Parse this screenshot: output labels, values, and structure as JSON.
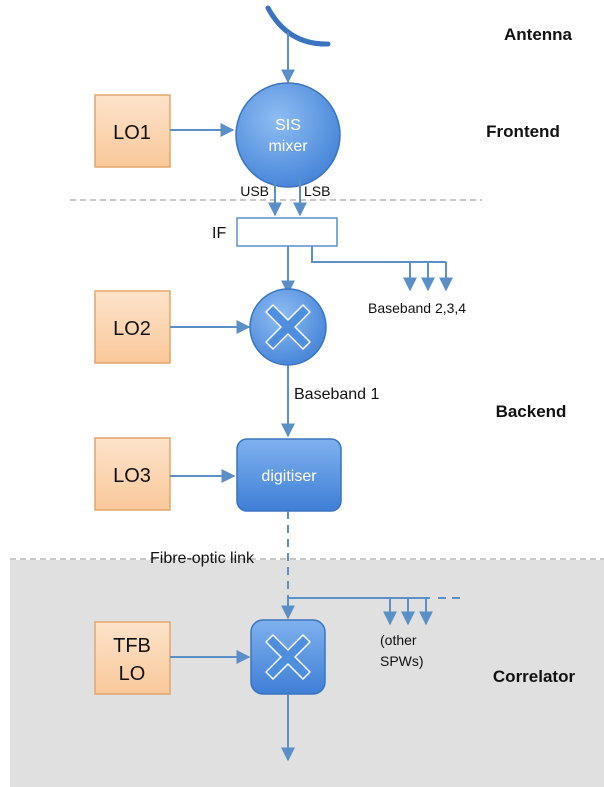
{
  "sections": {
    "antenna": "Antenna",
    "frontend": "Frontend",
    "backend": "Backend",
    "correlator": "Correlator"
  },
  "oscillators": {
    "lo1": "LO1",
    "lo2": "LO2",
    "lo3": "LO3",
    "tfb_line1": "TFB",
    "tfb_line2": "LO"
  },
  "components": {
    "sis_line1": "SIS",
    "sis_line2": "mixer",
    "if": "IF",
    "digitiser": "digitiser"
  },
  "signals": {
    "usb": "USB",
    "lsb": "LSB",
    "baseband_other": "Baseband 2,3,4",
    "baseband_1": "Baseband 1",
    "fibre_link": "Fibre-optic link",
    "other_line1": "(other",
    "other_line2": "SPWs)"
  },
  "colors": {
    "lo_fill": "#fcd5b4",
    "lo_stroke": "#e3a56c",
    "component_fill": "#4f8fe0",
    "component_stroke": "#3a74c0",
    "arrow": "#5b8fc8",
    "correlator_bg": "#e0e0e0",
    "divider": "#b5b5b5"
  }
}
